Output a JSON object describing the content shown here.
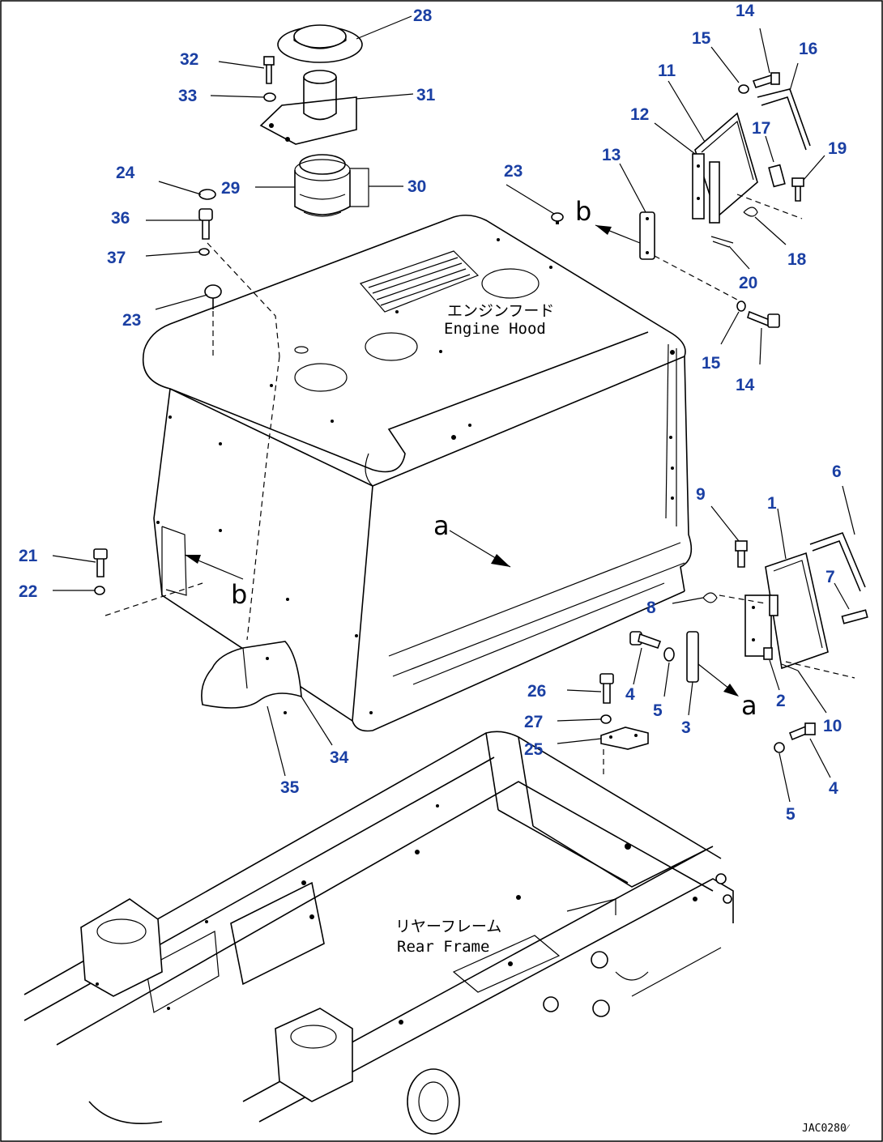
{
  "diagram": {
    "labels": {
      "engine_hood_jp": "エンジンフード",
      "engine_hood_en": "Engine Hood",
      "rear_frame_jp": "リヤーフレーム",
      "rear_frame_en": "Rear Frame",
      "view_a": "a",
      "view_b": "b",
      "drawing_code": "JAC0280⁄"
    },
    "callouts": {
      "c28": "28",
      "c32": "32",
      "c33": "33",
      "c31": "31",
      "c24": "24",
      "c29": "29",
      "c30": "30",
      "c36": "36",
      "c37": "37",
      "c23a": "23",
      "c23b": "23",
      "c14a": "14",
      "c15a": "15",
      "c16": "16",
      "c11": "11",
      "c12": "12",
      "c17": "17",
      "c19": "19",
      "c13": "13",
      "c18": "18",
      "c20": "20",
      "c15b": "15",
      "c14b": "14",
      "c6": "6",
      "c9": "9",
      "c1": "1",
      "c7": "7",
      "c8": "8",
      "c21": "21",
      "c22": "22",
      "c26": "26",
      "c4a": "4",
      "c5a": "5",
      "c3": "3",
      "c2": "2",
      "c10": "10",
      "c27": "27",
      "c25": "25",
      "c34": "34",
      "c35": "35",
      "c4b": "4",
      "c5b": "5"
    }
  }
}
